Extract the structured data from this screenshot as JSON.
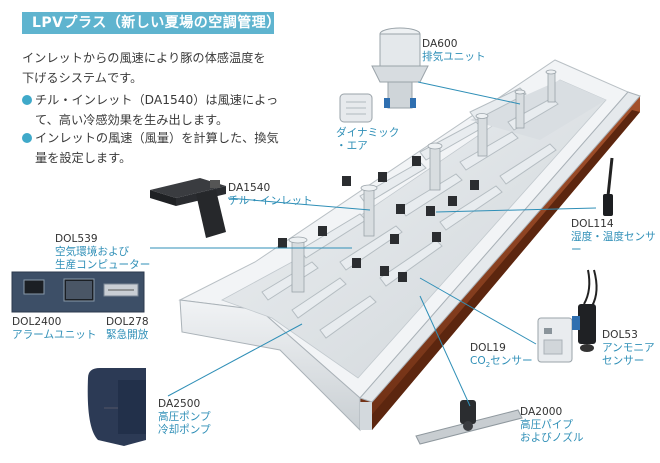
{
  "title": "LPVプラス（新しい夏場の空調管理）",
  "intro": [
    "インレットからの風速により豚の体感温度を",
    "下げるシステムです。"
  ],
  "bullets": [
    {
      "l1": "チル・インレット（DA1540）は風速によっ",
      "l2": "て、高い冷感効果を生み出します。"
    },
    {
      "l1": "インレットの風速（風量）を計算した、換気",
      "l2": "量を設定します。"
    }
  ],
  "labels": {
    "da600": {
      "code": "DA600",
      "name": "排気ユニット"
    },
    "dynamic": {
      "l1": "ダイナミック",
      "l2": "・エア"
    },
    "da1540": {
      "code": "DA1540",
      "name": "チル・インレット"
    },
    "dol539": {
      "code": "DOL539",
      "l1": "空気環境および",
      "l2": "生産コンピューター"
    },
    "dol114": {
      "code": "DOL114",
      "name": "湿度・温度センサー"
    },
    "dol2400": {
      "code": "DOL2400",
      "name": "アラームユニット"
    },
    "dol278": {
      "code": "DOL278",
      "name": "緊急開放"
    },
    "dol19": {
      "code": "DOL19",
      "name_pre": "CO",
      "name_sub": "2",
      "name_post": "センサー"
    },
    "dol53": {
      "code": "DOL53",
      "l1": "アンモニア",
      "l2": "センサー"
    },
    "da2500": {
      "code": "DA2500",
      "l1": "高圧ポンプ",
      "l2": "冷却ポンプ"
    },
    "da2000": {
      "code": "DA2000",
      "l1": "高圧パイプ",
      "l2": "およびノズル"
    }
  },
  "colors": {
    "accent": "#5fb4cf",
    "label_blue": "#2f8fb7",
    "barn_wall": "#8a3d1e",
    "barn_floor": "#dfe3e6"
  }
}
